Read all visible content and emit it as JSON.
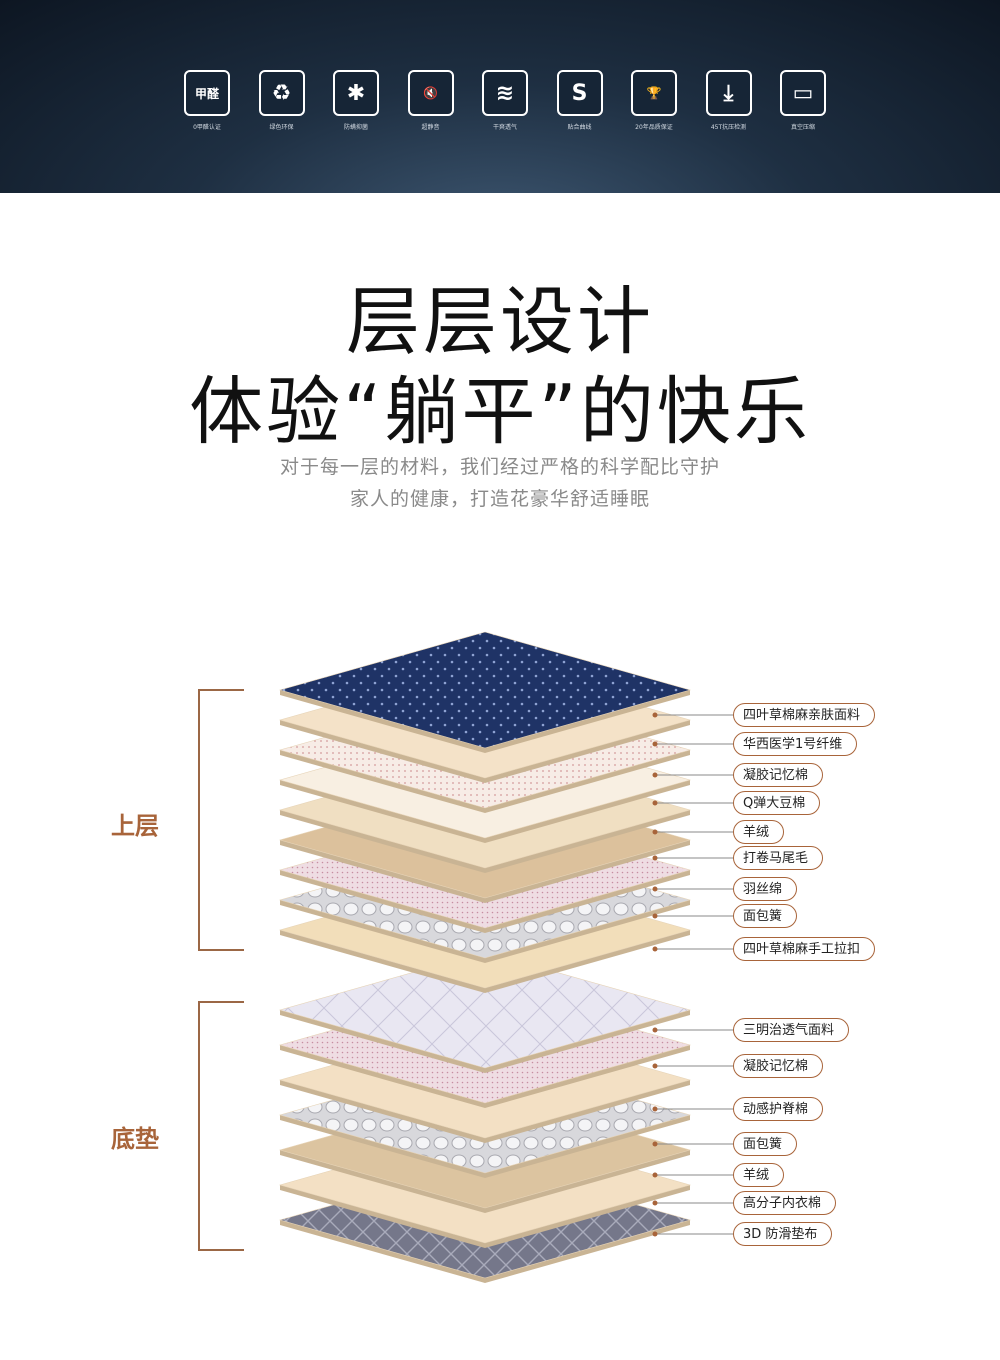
{
  "features": [
    {
      "icon": "no-formaldehyde-icon",
      "glyph": "甲醛",
      "caption": "0甲醛认证"
    },
    {
      "icon": "recycle-icon",
      "glyph": "♻",
      "caption": "绿色环保"
    },
    {
      "icon": "anti-mite-icon",
      "glyph": "✱",
      "caption": "防螨抑菌"
    },
    {
      "icon": "mute-speaker-icon",
      "glyph": "🔇",
      "caption": "超静音"
    },
    {
      "icon": "breathable-icon",
      "glyph": "≋",
      "caption": "干爽透气"
    },
    {
      "icon": "double-s-icon",
      "glyph": "S",
      "caption": "贴合曲线"
    },
    {
      "icon": "trophy-icon",
      "glyph": "🏆",
      "caption": "20年品质保证"
    },
    {
      "icon": "pressure-test-icon",
      "glyph": "⤓",
      "caption": "45T抗压检测"
    },
    {
      "icon": "vacuum-pack-icon",
      "glyph": "▭",
      "caption": "真空压缩"
    }
  ],
  "headline": {
    "line1": "层层设计",
    "line2": "体验“躺平”的快乐"
  },
  "subtitle": {
    "line1": "对于每一层的材料，我们经过严格的科学配比守护",
    "line2": "家人的健康，打造花豪华舒适睡眠"
  },
  "groups": {
    "upper": "上层",
    "base": "底垫"
  },
  "upper_labels": [
    "四叶草棉麻亲肤面料",
    "华西医学1号纤维",
    "凝胶记忆棉",
    "Q弹大豆棉",
    "羊绒",
    "打卷马尾毛",
    "羽丝绵",
    "面包簧",
    "四叶草棉麻手工拉扣"
  ],
  "base_labels": [
    "三明治透气面料",
    "凝胶记忆棉",
    "动感护脊棉",
    "面包簧",
    "羊绒",
    "高分子内衣棉",
    "3D 防滑垫布"
  ],
  "colors": {
    "accent": "#a8643a",
    "navy": "#1f3366",
    "beige": "#f3dfc3",
    "tan": "#d9c09c",
    "lavender": "#ece9f4"
  }
}
